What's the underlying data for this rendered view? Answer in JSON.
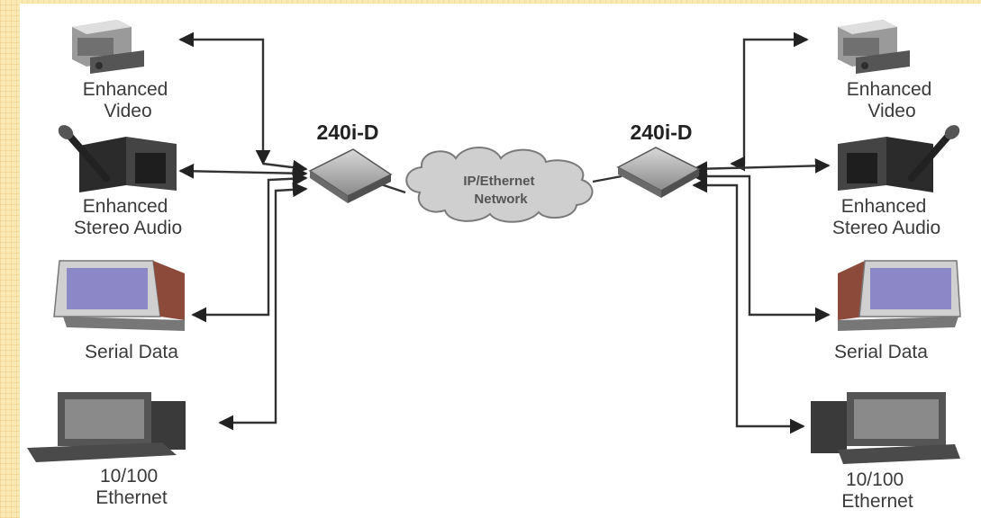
{
  "hardware_label": "240i-D",
  "network_label": [
    "IP/Ethernet",
    "Network"
  ],
  "devices": {
    "video": [
      "Enhanced",
      "Video"
    ],
    "audio": [
      "Enhanced",
      "Stereo Audio"
    ],
    "serial": [
      "Serial Data"
    ],
    "ethernet": [
      "10/100",
      "Ethernet"
    ]
  }
}
